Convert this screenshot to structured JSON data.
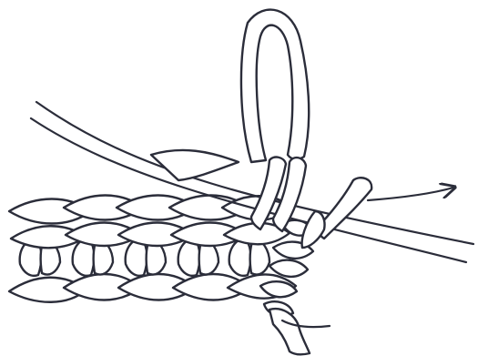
{
  "figure": {
    "subject": "crochet-hook-yarn-over-and-draw-through-loops",
    "colors": {
      "ink": "#2b2d3a",
      "background": "#ffffff"
    },
    "foundation_row": {
      "visible_stitch_columns": 5
    },
    "direction_indicator": "arrow-right"
  }
}
